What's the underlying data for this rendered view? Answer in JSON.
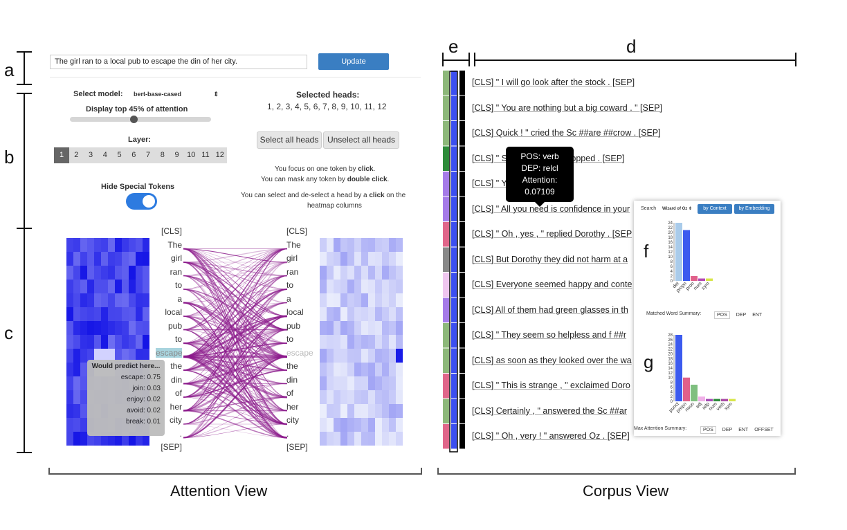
{
  "annotations": {
    "a": "a",
    "b": "b",
    "c": "c",
    "d": "d",
    "e": "e",
    "f": "f",
    "g": "g"
  },
  "captions": {
    "attention_view": "Attention View",
    "corpus_view": "Corpus View"
  },
  "attention": {
    "sentence": "The girl ran to a local pub to escape the din of her city.",
    "update_label": "Update",
    "select_model_label": "Select model:",
    "model_value": "bert-base-cased",
    "display_label": "Display top 45% of attention",
    "display_fraction": 0.45,
    "layer_label": "Layer:",
    "layers": [
      "1",
      "2",
      "3",
      "4",
      "5",
      "6",
      "7",
      "8",
      "9",
      "10",
      "11",
      "12"
    ],
    "active_layer": "1",
    "hide_special_label": "Hide Special Tokens",
    "selected_heads_label": "Selected heads:",
    "selected_heads_value": "1, 2, 3, 4, 5, 6, 7, 8, 9, 10, 11, 12",
    "select_all_label": "Select all heads",
    "unselect_all_label": "Unselect all heads",
    "help1_pre": "You focus on one token by ",
    "help1_b": "click",
    "help1_post": ".",
    "help2_pre": "You can mask any token by ",
    "help2_b": "double click",
    "help2_post": ".",
    "help3_pre": "You can select and de-select a head by a ",
    "help3_b": "click",
    "help3_post": " on the",
    "help4": "heatmap columns",
    "tokens": [
      "[CLS]",
      "The",
      "girl",
      "ran",
      "to",
      "a",
      "local",
      "pub",
      "to",
      "escape",
      "the",
      "din",
      "of",
      "her",
      "city",
      ".",
      "[SEP]"
    ],
    "focused_token": "escape",
    "predict_title": "Would predict here...",
    "predictions": [
      {
        "word": "escape:",
        "score": "0.75"
      },
      {
        "word": "join:",
        "score": "0.03"
      },
      {
        "word": "enjoy:",
        "score": "0.02"
      },
      {
        "word": "avoid:",
        "score": "0.02"
      },
      {
        "word": "break:",
        "score": "0.01"
      }
    ]
  },
  "corpus": {
    "rows": [
      "[CLS] \" I will go look after the stock . [SEP]",
      "[CLS] \" You are nothing but a big coward . \" [SEP]",
      "[CLS] Quick ! \" cried the Sc ##are ##crow . [SEP]",
      "[CLS] \" S ##are ##crow stopped . [SEP]",
      "[CLS] \" Y d to me . [SEP]",
      "[CLS] \" All you need is confidence in your",
      "[CLS] \" Oh , yes , \" replied Dorothy . [SEP",
      "[CLS] But Dorothy they did not harm at a",
      "[CLS] Everyone seemed happy and conte",
      "[CLS] All of them had green glasses in th",
      "[CLS] \" They seem so helpless and f ##r",
      "[CLS] as soon as they looked over the wa",
      "[CLS] \" This is strange , \" exclaimed Doro",
      "[CLS] Certainly , \" answered the Sc ##ar",
      "[CLS] \" Oh , very ! \" answered Oz . [SEP]"
    ],
    "row_colors": [
      "#8db87a",
      "#8db87a",
      "#8db87a",
      "#2e8b3a",
      "#a57be8",
      "#a57be8",
      "#e0668a",
      "#888888",
      "#efc6ef",
      "#a57be8",
      "#8db87a",
      "#8db87a",
      "#e0668a",
      "#8db87a",
      "#e0668a"
    ],
    "tooltip": {
      "pos": "POS: verb",
      "dep": "DEP: relcl",
      "att_label": "Attention:",
      "att_value": "0.07109"
    },
    "panel": {
      "search_label": "Search",
      "corpus_value": "Wizard of Oz",
      "by_context": "by Context",
      "by_embedding": "by Embedding",
      "matched_label": "Matched Word Summary:",
      "matched_tabs": [
        "POS",
        "DEP",
        "ENT"
      ],
      "max_label": "Max Attention Summary:",
      "max_tabs": [
        "POS",
        "DEP",
        "ENT",
        "OFFSET"
      ]
    }
  },
  "chart_data": [
    {
      "type": "bar",
      "categories": [
        "det",
        "propn",
        "pron",
        "num",
        "sym"
      ],
      "values": [
        24,
        21,
        2,
        1,
        1
      ],
      "colors": [
        "#a9cbea",
        "#3c5bef",
        "#e0608a",
        "#b44ab4",
        "#d8e64a"
      ],
      "yticks": [
        0,
        2,
        4,
        6,
        8,
        10,
        12,
        14,
        16,
        18,
        20,
        22,
        24
      ],
      "ylim": [
        0,
        24
      ]
    },
    {
      "type": "bar",
      "categories": [
        "punct",
        "propn",
        "noun",
        "adj",
        "adp",
        "num",
        "verb",
        "sym"
      ],
      "values": [
        28,
        10,
        7,
        2,
        1,
        1,
        1,
        1
      ],
      "colors": [
        "#3c5bef",
        "#e0608a",
        "#7fbf7f",
        "#f0b0e8",
        "#a44ab4",
        "#2d8a3a",
        "#a94aa4",
        "#d8e64a"
      ],
      "yticks": [
        0,
        2,
        4,
        6,
        8,
        10,
        12,
        14,
        16,
        18,
        20,
        22,
        24,
        26,
        28
      ],
      "ylim": [
        0,
        28
      ]
    }
  ]
}
